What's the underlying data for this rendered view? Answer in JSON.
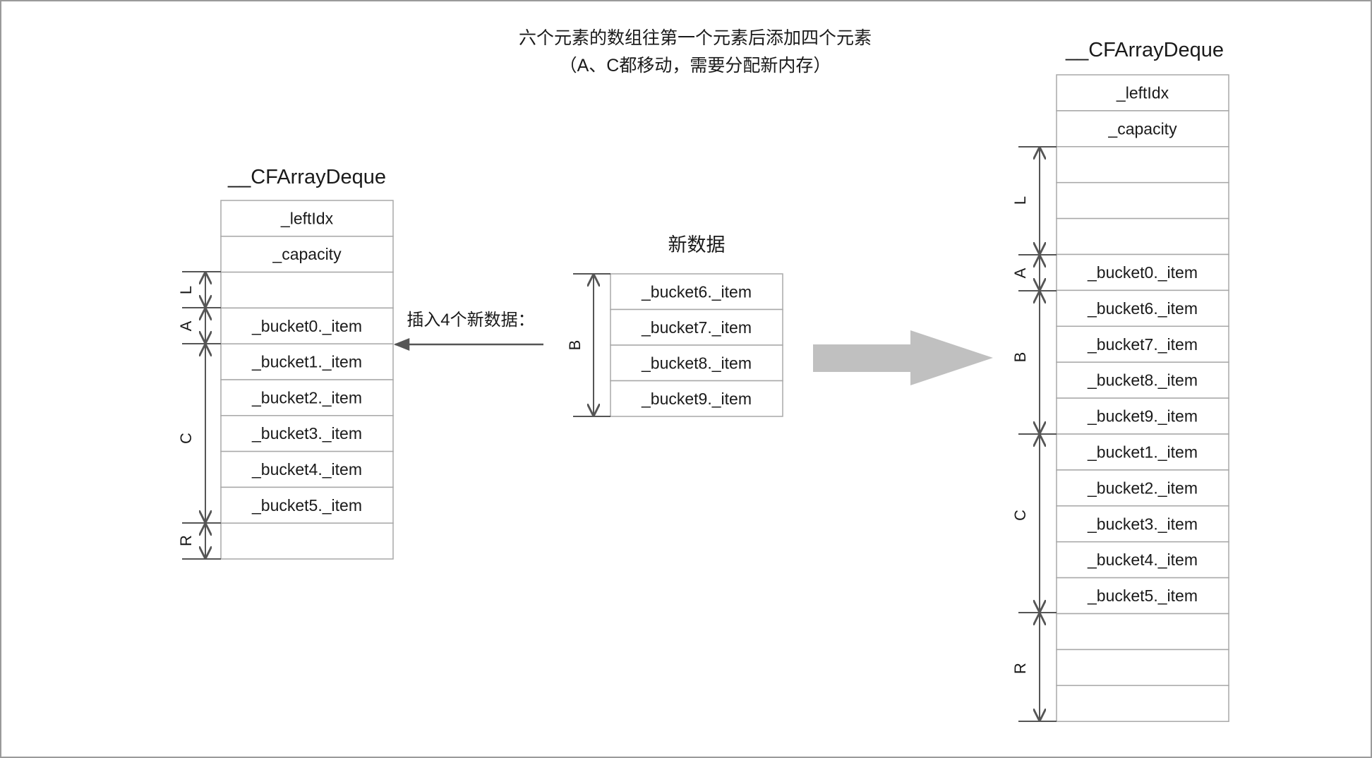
{
  "header": {
    "title_line1": "六个元素的数组往第一个元素后添加四个元素",
    "title_line2": "（A、C都移动，需要分配新内存）"
  },
  "left_struct": {
    "title": "__CFArrayDeque",
    "rows": [
      "_leftIdx",
      "_capacity",
      "",
      "_bucket0._item",
      "_bucket1._item",
      "_bucket2._item",
      "_bucket3._item",
      "_bucket4._item",
      "_bucket5._item",
      ""
    ],
    "brackets": {
      "L": "L",
      "A": "A",
      "C": "C",
      "R": "R"
    }
  },
  "insert_label": "插入4个新数据：",
  "new_data": {
    "title": "新数据",
    "rows": [
      "_bucket6._item",
      "_bucket7._item",
      "_bucket8._item",
      "_bucket9._item"
    ],
    "bracket": "B"
  },
  "right_struct": {
    "title": "__CFArrayDeque",
    "rows": [
      "_leftIdx",
      "_capacity",
      "",
      "",
      "",
      "_bucket0._item",
      "_bucket6._item",
      "_bucket7._item",
      "_bucket8._item",
      "_bucket9._item",
      "_bucket1._item",
      "_bucket2._item",
      "_bucket3._item",
      "_bucket4._item",
      "_bucket5._item",
      "",
      "",
      ""
    ],
    "brackets": {
      "L": "L",
      "A": "A",
      "B": "B",
      "C": "C",
      "R": "R"
    }
  },
  "colors": {
    "cell_border": "#a8a8a8",
    "bracket": "#555555",
    "big_arrow": "#c0c0c0",
    "frame": "#9a9a9a"
  }
}
